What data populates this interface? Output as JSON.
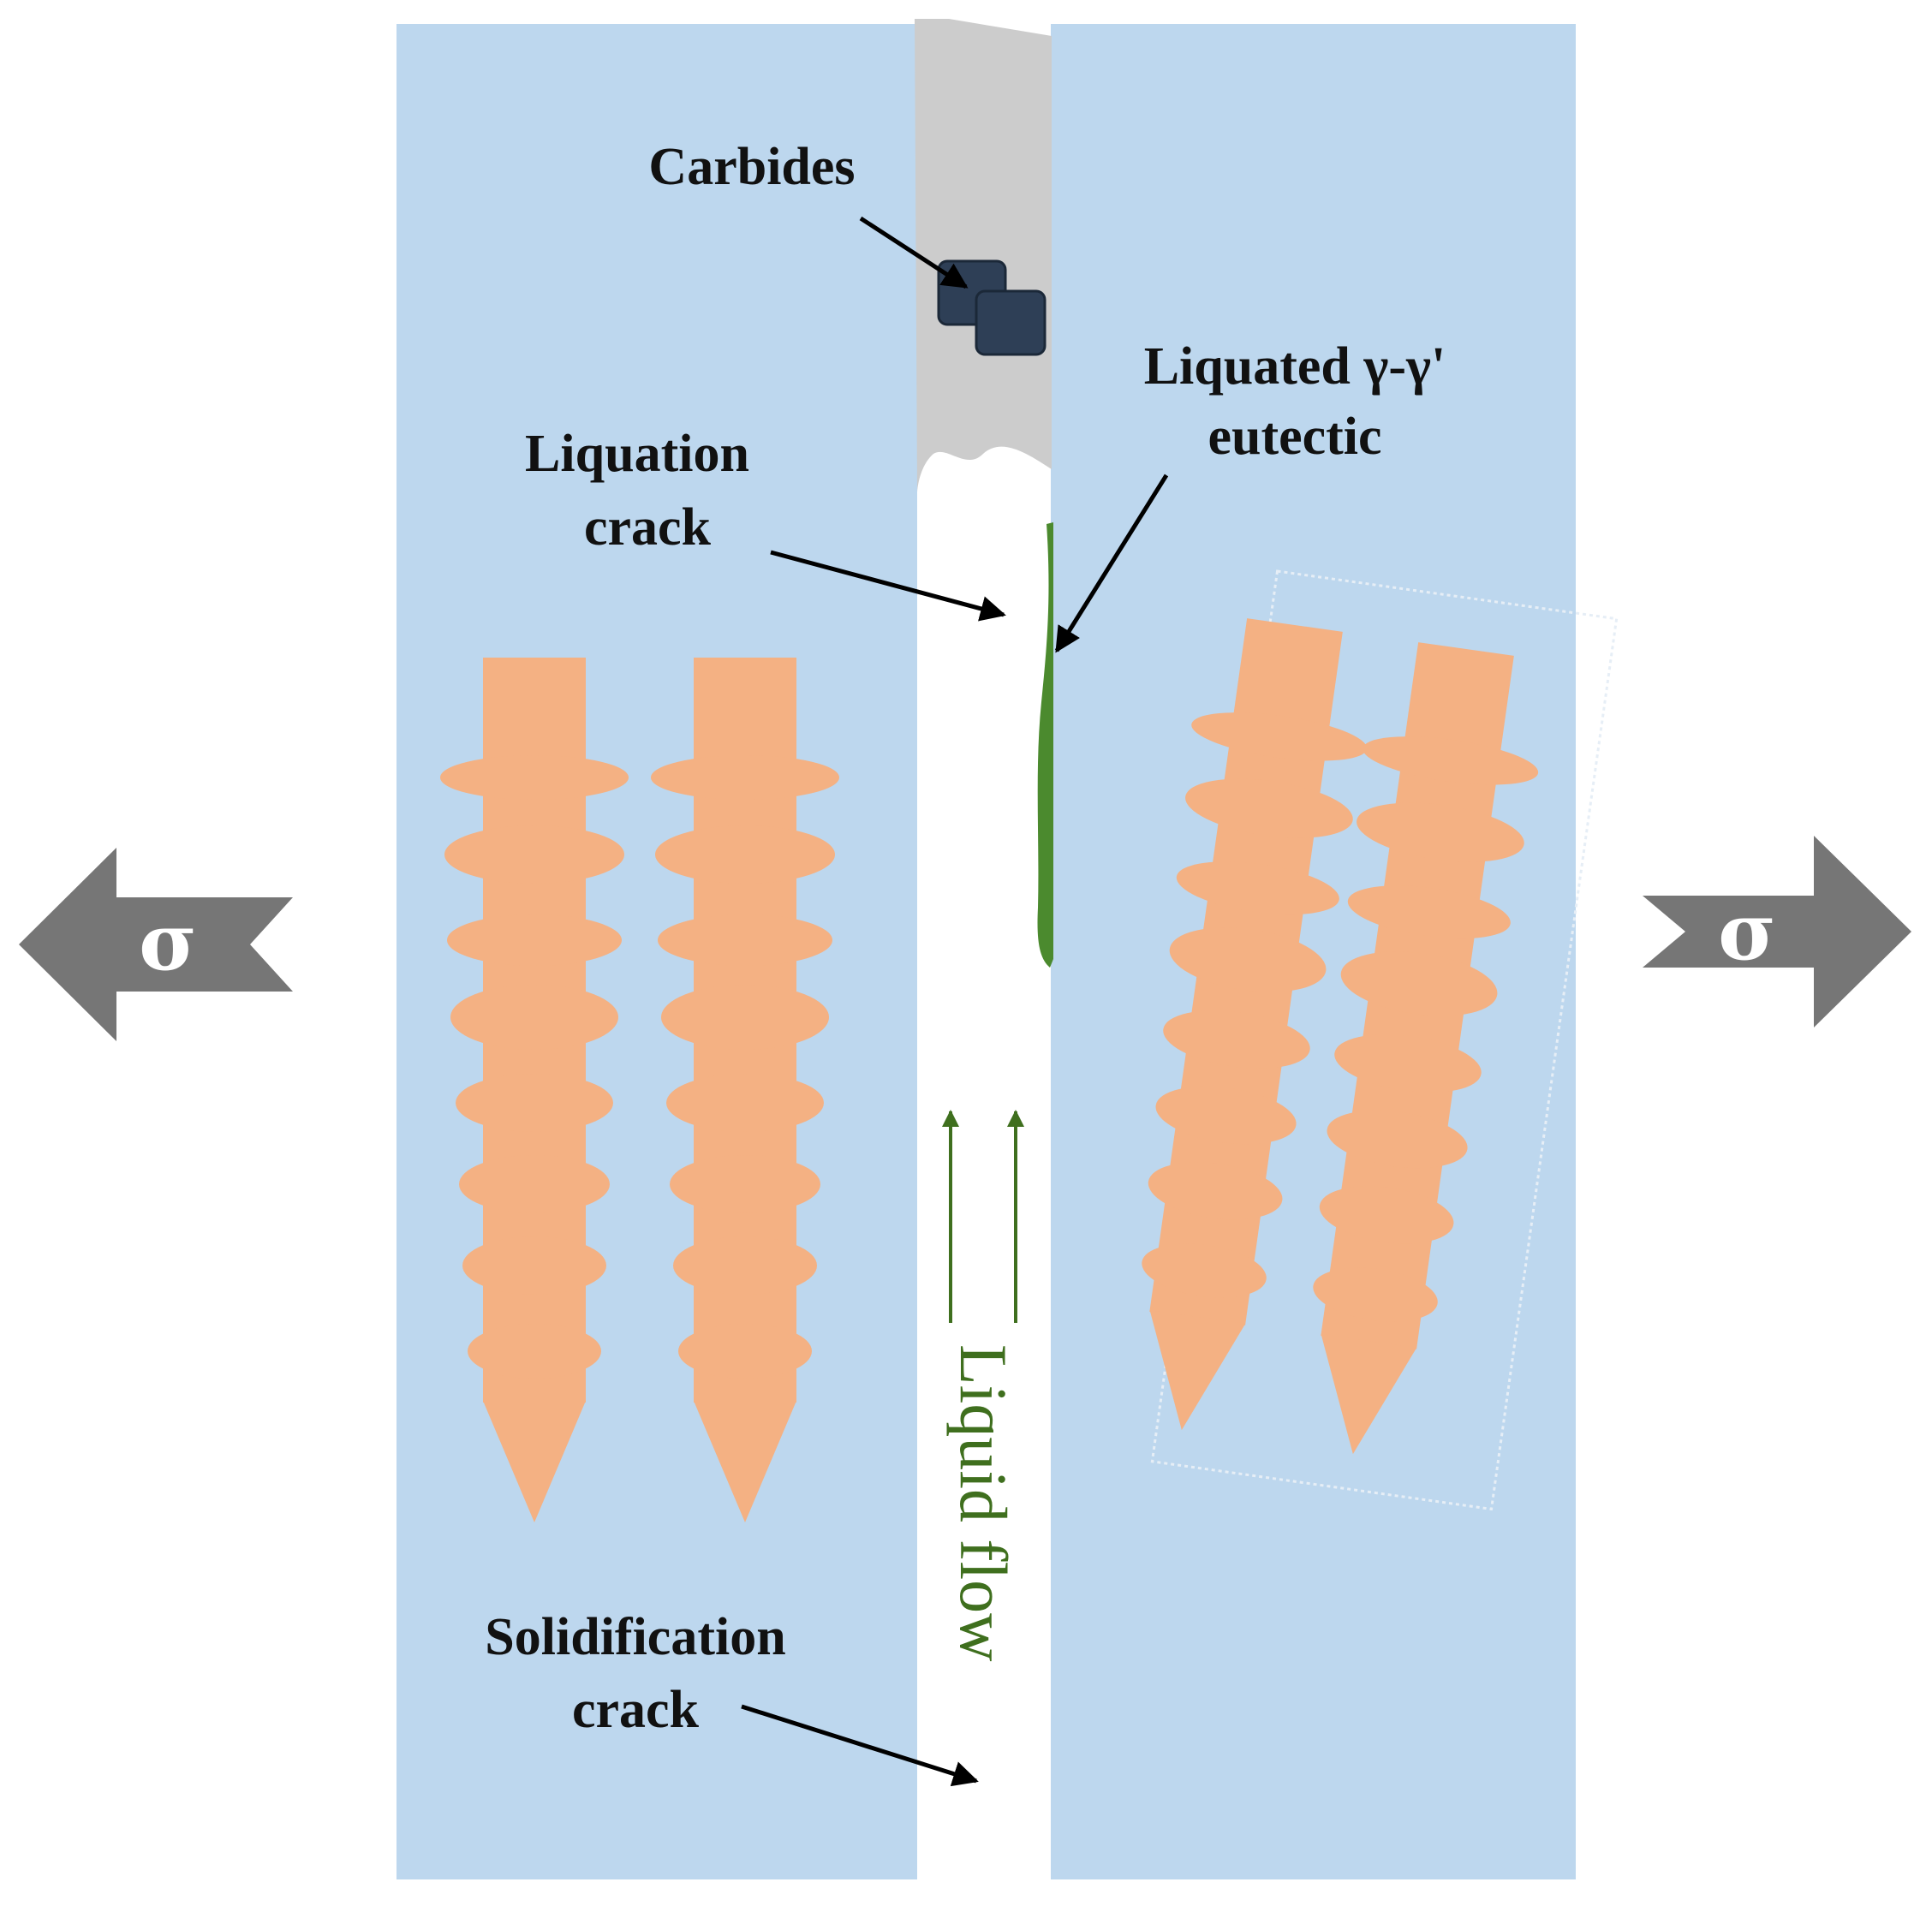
{
  "labels": {
    "carbides": "Carbides",
    "liquated_line1": "Liquated γ-γ'",
    "liquated_line2": "eutectic",
    "liquation_line1": "Liquation",
    "liquation_line2": "crack",
    "solidification_line1": "Solidification",
    "solidification_line2": "crack",
    "liquid_flow": "Liquid flow",
    "stress_left": "σ",
    "stress_right": "σ"
  },
  "colors": {
    "grain": "#bdd7ee",
    "dendrite": "#f4b183",
    "carbide_region": "#cccccc",
    "carbide": "#2e3f56",
    "eutectic": "#4b8a2e",
    "flow": "#3f6f1e",
    "stress_arrow": "#767676",
    "leader": "#000000"
  }
}
